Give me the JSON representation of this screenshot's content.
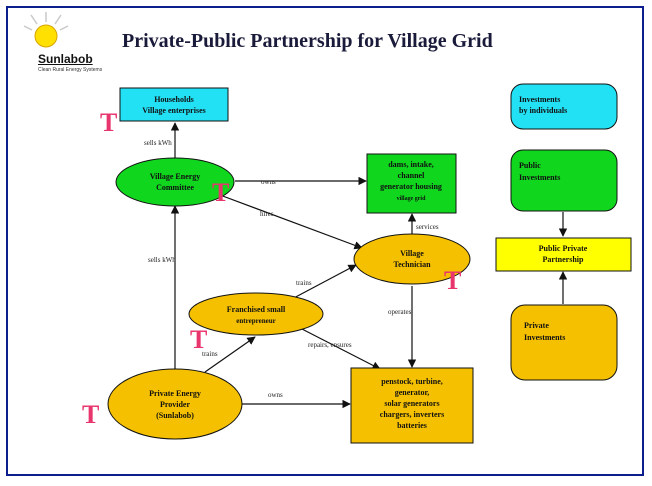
{
  "title": "Private-Public Partnership for Village Grid",
  "logo": {
    "name": "Sunlabob",
    "tagline": "Clean Rural Energy Systems"
  },
  "nodes": {
    "households": [
      "Households",
      "Village enterprises"
    ],
    "vec": [
      "Village Energy",
      "Committee"
    ],
    "dam": [
      "dams, intake,",
      "channel",
      "generator housing",
      "village grid"
    ],
    "technician": [
      "Village",
      "Technician"
    ],
    "franchise": [
      "Franchised small",
      "entrepreneur"
    ],
    "provider": [
      "Private Energy",
      "Provider",
      "(Sunlabob)"
    ],
    "equipment": [
      "penstock, turbine,",
      "generator,",
      "solar generators",
      "chargers, inverters",
      "batteries"
    ],
    "legend_individuals": [
      "Investments",
      "by individuals"
    ],
    "legend_public": [
      "Public",
      "Investments"
    ],
    "legend_ppp": [
      "Public Private",
      "Partnership"
    ],
    "legend_private": [
      "Private",
      "Investments"
    ]
  },
  "edges": {
    "sells_to_households": "sells kWh",
    "owns": "owns",
    "hires": "hires",
    "services": "services",
    "trains_tech": "trains",
    "sells_to_vec": "sells kWh",
    "operates": "operates",
    "trains_franchise": "trains",
    "repairs": "repairs, ensures",
    "owns_provider": "owns"
  },
  "t_marks": [
    "T",
    "T",
    "T",
    "T",
    "T"
  ],
  "colors": {
    "cyan": "#22e1f5",
    "green": "#10d61e",
    "yellow": "#ffff00",
    "orange": "#f5c000",
    "border": "#0b1e8c",
    "t_mark": "#e8356d"
  }
}
